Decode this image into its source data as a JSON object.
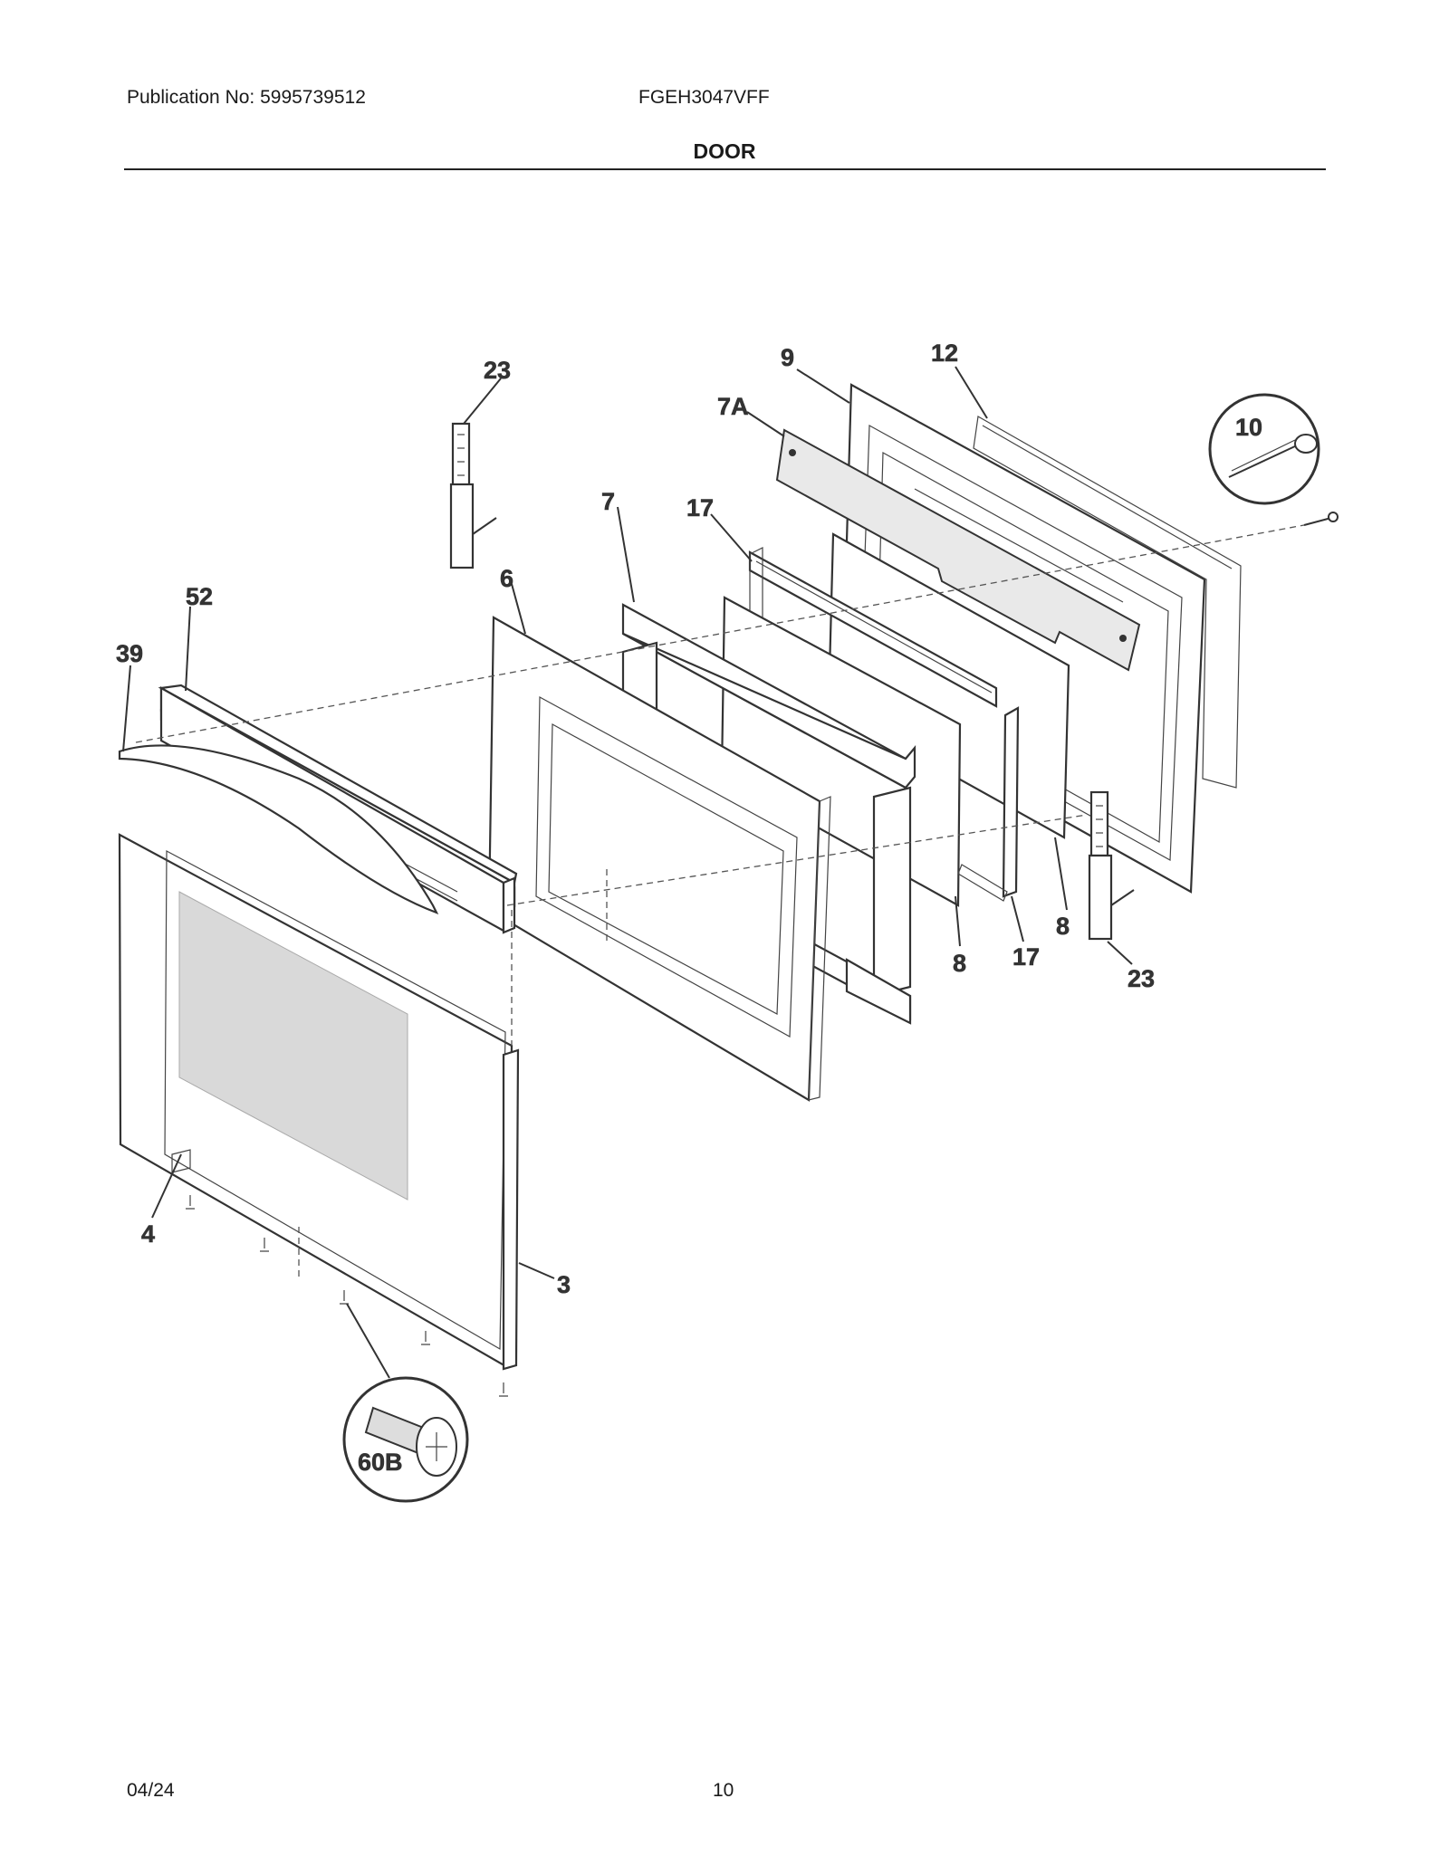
{
  "header": {
    "publication": "Publication No: 5995739512",
    "model": "FGEH3047VFF",
    "title": "DOOR"
  },
  "footer": {
    "date": "04/24",
    "page": "10"
  },
  "diagram": {
    "callouts": {
      "c23_top": "23",
      "c9": "9",
      "c12": "12",
      "c7a": "7A",
      "c10": "10",
      "c7": "7",
      "c17_top": "17",
      "c6": "6",
      "c52": "52",
      "c39": "39",
      "c8_right": "8",
      "c8_mid": "8",
      "c17_bottom": "17",
      "c23_bottom": "23",
      "c4": "4",
      "c3": "3",
      "c60b": "60B"
    }
  }
}
